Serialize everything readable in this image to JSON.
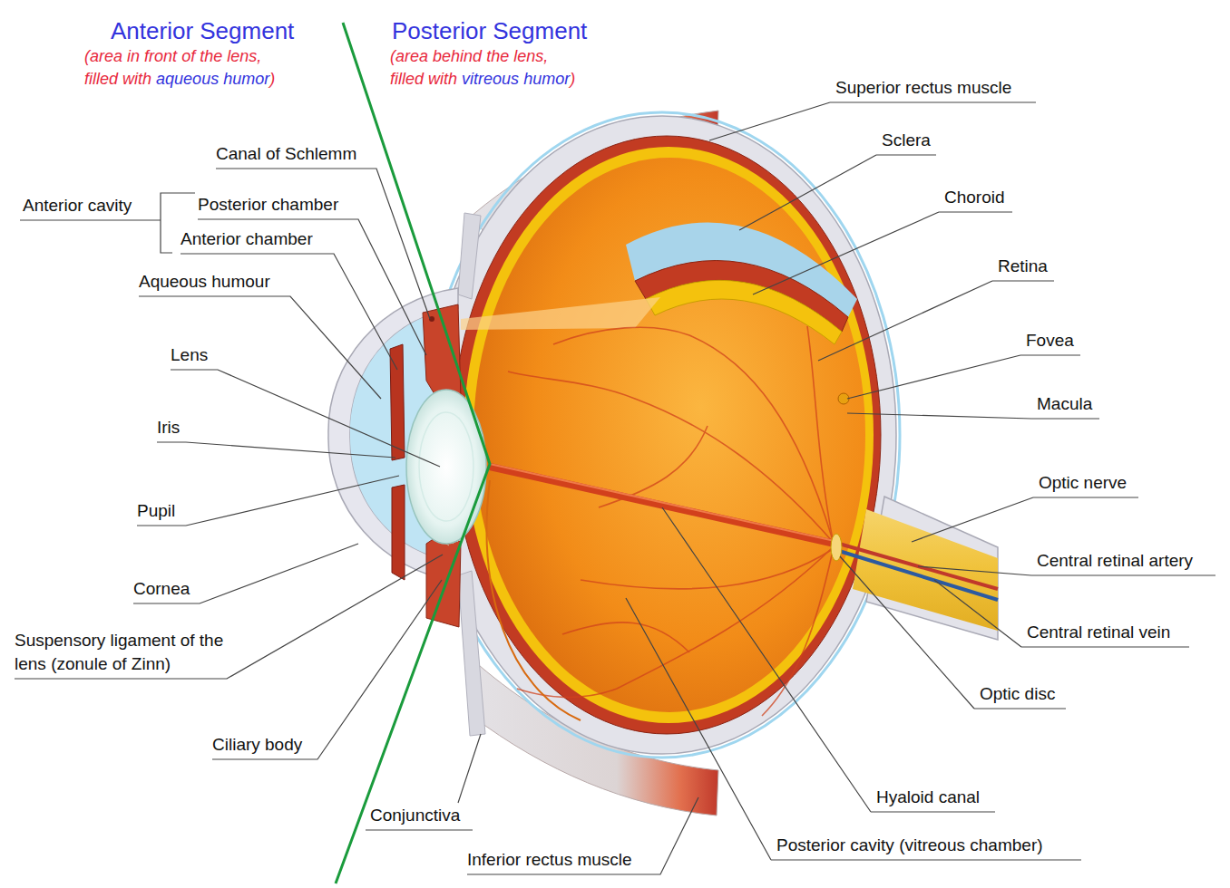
{
  "diagram": {
    "labels": [
      "Anterior Segment",
      "(area in front of the lens, filled with aqueous humor)",
      "Posterior Segment",
      "(area behind the lens, filled with vitreous humor)",
      "Superior rectus muscle",
      "Sclera",
      "Choroid",
      "Retina",
      "Fovea",
      "Macula",
      "Optic nerve",
      "Central retinal artery",
      "Central retinal vein",
      "Optic disc",
      "Hyaloid canal",
      "Posterior cavity (vitreous chamber)",
      "Inferior rectus muscle",
      "Conjunctiva",
      "Ciliary body",
      "Suspensory ligament of the lens (zonule of Zinn)",
      "Cornea",
      "Pupil",
      "Iris",
      "Lens",
      "Aqueous humour",
      "Anterior chamber",
      "Posterior chamber",
      "Anterior cavity",
      "Canal of Schlemm"
    ]
  }
}
